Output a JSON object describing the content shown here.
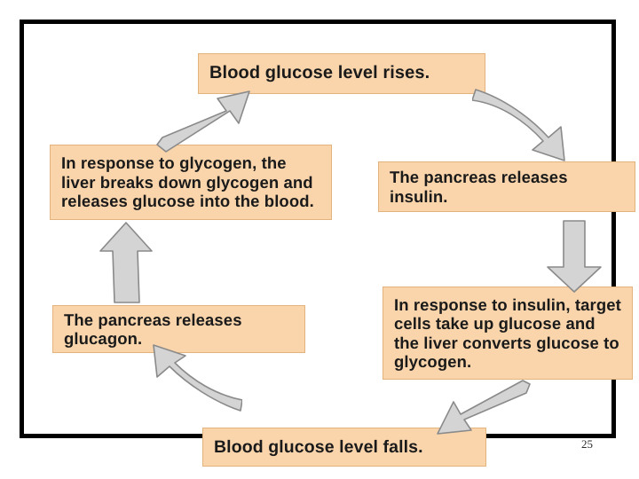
{
  "slide": {
    "page_number": "25",
    "frame_border_color": "#000000",
    "background_color": "#ffffff"
  },
  "diagram": {
    "type": "cycle-flowchart",
    "title": "Blood glucose regulation cycle",
    "box_fill_color": "#fad5ab",
    "box_border_color": "#e3b37d",
    "arrow_fill_color": "#d4d4d4",
    "arrow_stroke_color": "#8a8a8a",
    "nodes": [
      {
        "id": "glucose-rises",
        "label": "Blood glucose level rises.",
        "position": "top"
      },
      {
        "id": "pancreas-releases-insulin",
        "label": "The pancreas releases insulin.",
        "position": "right-upper"
      },
      {
        "id": "insulin-response",
        "label": "In response to insulin, target cells take up glucose and the liver converts glucose to glycogen.",
        "position": "right-lower"
      },
      {
        "id": "glucose-falls",
        "label": "Blood glucose level falls.",
        "position": "bottom"
      },
      {
        "id": "pancreas-releases-glucagon",
        "label": "The pancreas releases glucagon.",
        "position": "left-lower"
      },
      {
        "id": "glycogen-response",
        "label": "In response to glycogen, the liver breaks down glycogen and releases glucose into the blood.",
        "position": "left-upper"
      }
    ],
    "edges": [
      {
        "id": "edge-rises-to-insulin",
        "from": "glucose-rises",
        "to": "pancreas-releases-insulin",
        "direction": "down-right",
        "shape": "curved"
      },
      {
        "id": "edge-insulin-to-response",
        "from": "pancreas-releases-insulin",
        "to": "insulin-response",
        "direction": "down",
        "shape": "straight"
      },
      {
        "id": "edge-response-to-falls",
        "from": "insulin-response",
        "to": "glucose-falls",
        "direction": "down-left",
        "shape": "straight"
      },
      {
        "id": "edge-falls-to-glucagon",
        "from": "glucose-falls",
        "to": "pancreas-releases-glucagon",
        "direction": "up-left",
        "shape": "curved"
      },
      {
        "id": "edge-glucagon-to-glycogen",
        "from": "pancreas-releases-glucagon",
        "to": "glycogen-response",
        "direction": "up",
        "shape": "straight"
      },
      {
        "id": "edge-glycogen-to-rises",
        "from": "glycogen-response",
        "to": "glucose-rises",
        "direction": "up-right",
        "shape": "straight"
      }
    ]
  }
}
